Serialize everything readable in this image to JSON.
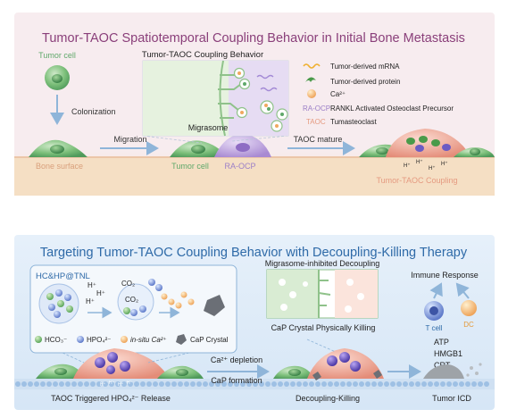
{
  "panel_top": {
    "title": "Tumor-TAOC Spatiotemporal Coupling Behavior in Initial Bone Metastasis",
    "inset_title": "Tumor-TAOC Coupling Behavior",
    "labels": {
      "tumor_cell_top": "Tumor cell",
      "colonization": "Colonization",
      "migration": "Migration",
      "migrasome": "Migrasome",
      "taoc_mature": "TAOC mature",
      "bone_surface": "Bone surface",
      "tumor_cell_bottom": "Tumor cell",
      "ra_ocp": "RA-OCP",
      "coupling": "Tumor-TAOC Coupling",
      "h_plus": "H⁺"
    },
    "legend": [
      {
        "icon": "mrna-wave-icon",
        "label": "Tumor-derived mRNA"
      },
      {
        "icon": "protein-icon",
        "label": "Tumor-derived protein"
      },
      {
        "icon": "calcium-dot-icon",
        "label": "Ca²⁺"
      },
      {
        "key": "RA-OCP",
        "label": "RANKL Activated Osteoclast Precursor"
      },
      {
        "key": "TAOC",
        "label": "Tumasteoclast"
      }
    ]
  },
  "panel_bottom": {
    "title": "Targeting Tumor-TAOC Coupling Behavior with Decoupling-Killing Therapy",
    "hc_title": "HC&HP@TNL",
    "hc_labels": {
      "h1": "H⁺",
      "h2": "H⁺",
      "h3": "H⁺",
      "co2_a": "CO₂",
      "co2_b": "CO₂"
    },
    "hc_legend": [
      {
        "icon": "hco3-dot-icon",
        "label": "HCO₃⁻"
      },
      {
        "icon": "hpo4-dot-icon",
        "label": "HPO₄²⁻"
      },
      {
        "icon": "insitu-ca-dot-icon",
        "label": "in-situ Ca²⁺"
      },
      {
        "icon": "cap-crystal-icon",
        "label": "CaP Crystal"
      }
    ],
    "decoupling_title": "Migrasome-inhibited Decoupling",
    "cap_killing": "CaP Crystal Physically Killing",
    "immune_response": "Immune Response",
    "t_cell": "T cell",
    "dc": "DC",
    "atp": "ATP",
    "hmgb1": "HMGB1",
    "crt": "CRT",
    "ca_depletion": "Ca²⁺ depletion",
    "cap_formation": "CaP formation",
    "taoc_release": "TAOC Triggered HPO₄²⁻ Release",
    "decoupling_killing": "Decoupling-Killing",
    "tumor_icd": "Tumor ICD",
    "h_plus": "H⁺"
  },
  "colors": {
    "top_title": "#8a3f7a",
    "bottom_title": "#2e6aa8",
    "tumor_green": "#5fa86a",
    "ra_ocp_purple": "#9b7fc7",
    "taoc_orange": "#e59a80",
    "bone": "#f3dcc2",
    "arrow_blue": "#8fb5d9"
  }
}
